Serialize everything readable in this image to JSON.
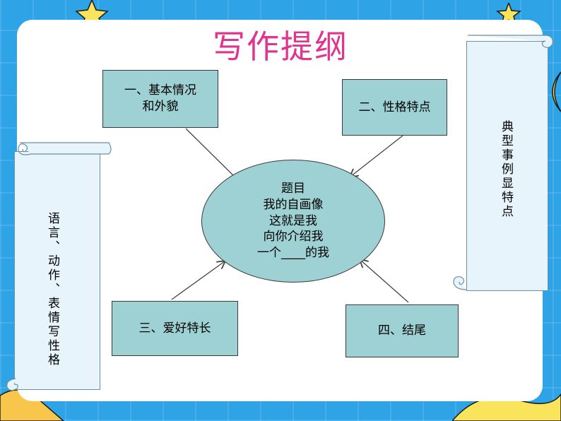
{
  "title": "写作提纲",
  "boxes": {
    "b1": "一、基本情况\n和外貌",
    "b2": "二、性格特点",
    "b3": "三、爱好特长",
    "b4": "四、结尾"
  },
  "center": {
    "line1": "题目",
    "line2": "我的自画像",
    "line3": "这就是我",
    "line4": "向你介绍我",
    "line5": "一个____的我"
  },
  "left_scroll": {
    "col1": "语言、动作、表情写性格"
  },
  "right_scroll": {
    "text": "典型事例显特点"
  },
  "colors": {
    "background": "#2ea3e6",
    "title": "#e0358e",
    "box_fill": "#9ed1d4",
    "scroll_fill": "#e7f4fb"
  }
}
